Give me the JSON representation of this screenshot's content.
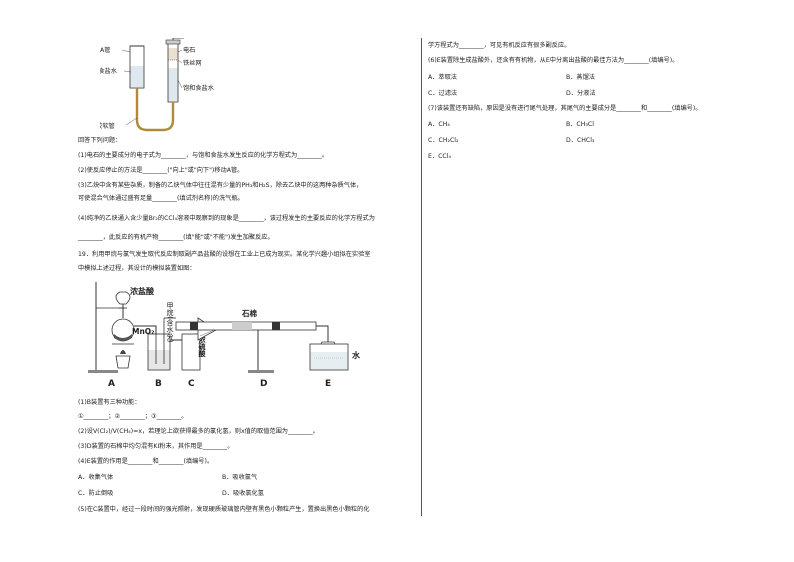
{
  "fig1": {
    "label_a": "A管",
    "label_salt_left": "饱和食盐水",
    "label_rubber": "橡胶软管",
    "label_carbide": "电石",
    "label_wire": "铁丝网",
    "label_salt_right": "饱和食盐水"
  },
  "left_text": {
    "q_intro": "回答下列问题：",
    "q1": "(1)电石的主要成分的电子式为________，与饱和食盐水发生反应的化学方程式为________。",
    "q2": "(2)使反应停止的方法是________(\"向上\"或\"向下\")移动A管。",
    "q3a": "(3)乙炔中含有某些杂质，制备的乙炔气体中往往混有少量的PH₃和H₂S，除去乙炔中的这两种杂质气体，",
    "q3b": "可使混合气体通过盛有足量________(填试剂名称)的洗气瓶。",
    "q4a": "(4)纯净的乙炔通入含少量Br₂的CCl₄溶液中观察到的现象是________，该过程发生的主要反应的化学方程式为",
    "q4b": "________，此反应的有机产物________(填\"能\"或\"不能\")发生加聚反应。",
    "q19a": "19．利用甲烷与氯气发生取代反应制取副产品盐酸的设想在工业上已成为现实。某化学兴趣小组拟在实验室",
    "q19b": "中模拟上述过程，其设计的模拟装置如图：",
    "s1": "(1)B装置有三种功能：",
    "s1b": "①________；②________；③________。",
    "s2": "(2)设V(Cl₂)/V(CH₄)=x，若理论上欲获得最多的氯化氢，则x值的取值范围为________。",
    "s3": "(3)D装置的石棉中均匀混有KI粉末，其作用是________。",
    "s4": "(4)E装置的作用是________和________(填编号)。",
    "s4a": "A．收集气体",
    "s4b": "B．吸收氯气",
    "s4c": "C．防止倒吸",
    "s4d": "D．吸收氯化氢",
    "s5": "(5)在C装置中，经过一段时间的强光照射，发现硬质玻璃管内壁有黑色小颗粒产生，置换出黑色小颗粒的化"
  },
  "fig2": {
    "hcl": "浓盐酸",
    "mno2": "MnO₂",
    "methane": "甲烷(含水分)",
    "h2so4": "浓硫酸",
    "asbestos": "石棉",
    "water": "水",
    "letters": [
      "A",
      "B",
      "C",
      "D",
      "E"
    ]
  },
  "right_text": {
    "r0": "学方程式为________，可见有机反应有很多副反应。",
    "r6": "(6)E装置除生成盐酸外，还含有有机物，从E中分离出盐酸的最佳方法为________(填编号)。",
    "r6a": "A．萃取法",
    "r6b": "B．蒸馏法",
    "r6c": "C．过滤法",
    "r6d": "D．分液法",
    "r7": "(7)该装置还有缺陷，原因是没有进行尾气处理，其尾气的主要成分是________和________(填编号)。",
    "r7a": "A．CH₄",
    "r7b": "B．CH₃Cl",
    "r7c": "C．CH₂Cl₂",
    "r7d": "D．CHCl₃",
    "r7e": "E．CCl₄"
  }
}
